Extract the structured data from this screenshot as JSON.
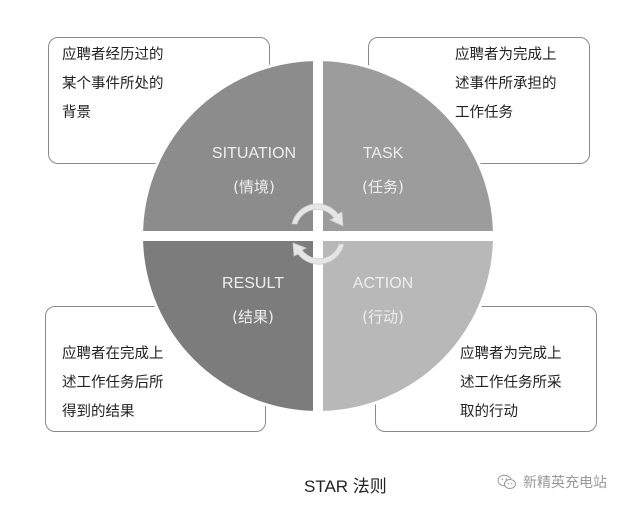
{
  "diagram": {
    "title": "STAR 法则",
    "watermark": {
      "icon": "wechat-icon",
      "text": "新精英充电站"
    },
    "colors": {
      "situation": "#8c8c8c",
      "task": "#9c9c9c",
      "result": "#7c7c7c",
      "action": "#b8b8b8",
      "label_text": "#eeeeee",
      "box_border": "#8a8a8a",
      "arrow": "#e6e6e6"
    },
    "quadrants": [
      {
        "id": "situation",
        "label": "SITUATION",
        "sub": "(情境)"
      },
      {
        "id": "task",
        "label": "TASK",
        "sub": "(任务)"
      },
      {
        "id": "result",
        "label": "RESULT",
        "sub": "(结果)"
      },
      {
        "id": "action",
        "label": "ACTION",
        "sub": "(行动)"
      }
    ],
    "boxes": {
      "situation": [
        "应聘者经历过的",
        "某个事件所处的",
        "背景"
      ],
      "task": [
        "应聘者为完成上",
        "述事件所承担的",
        "工作任务"
      ],
      "result": [
        "应聘者在完成上",
        "述工作任务后所",
        "得到的结果"
      ],
      "action": [
        "应聘者为完成上",
        "述工作任务所采",
        "取的行动"
      ]
    },
    "center_icon": "cycle-arrows-icon"
  }
}
